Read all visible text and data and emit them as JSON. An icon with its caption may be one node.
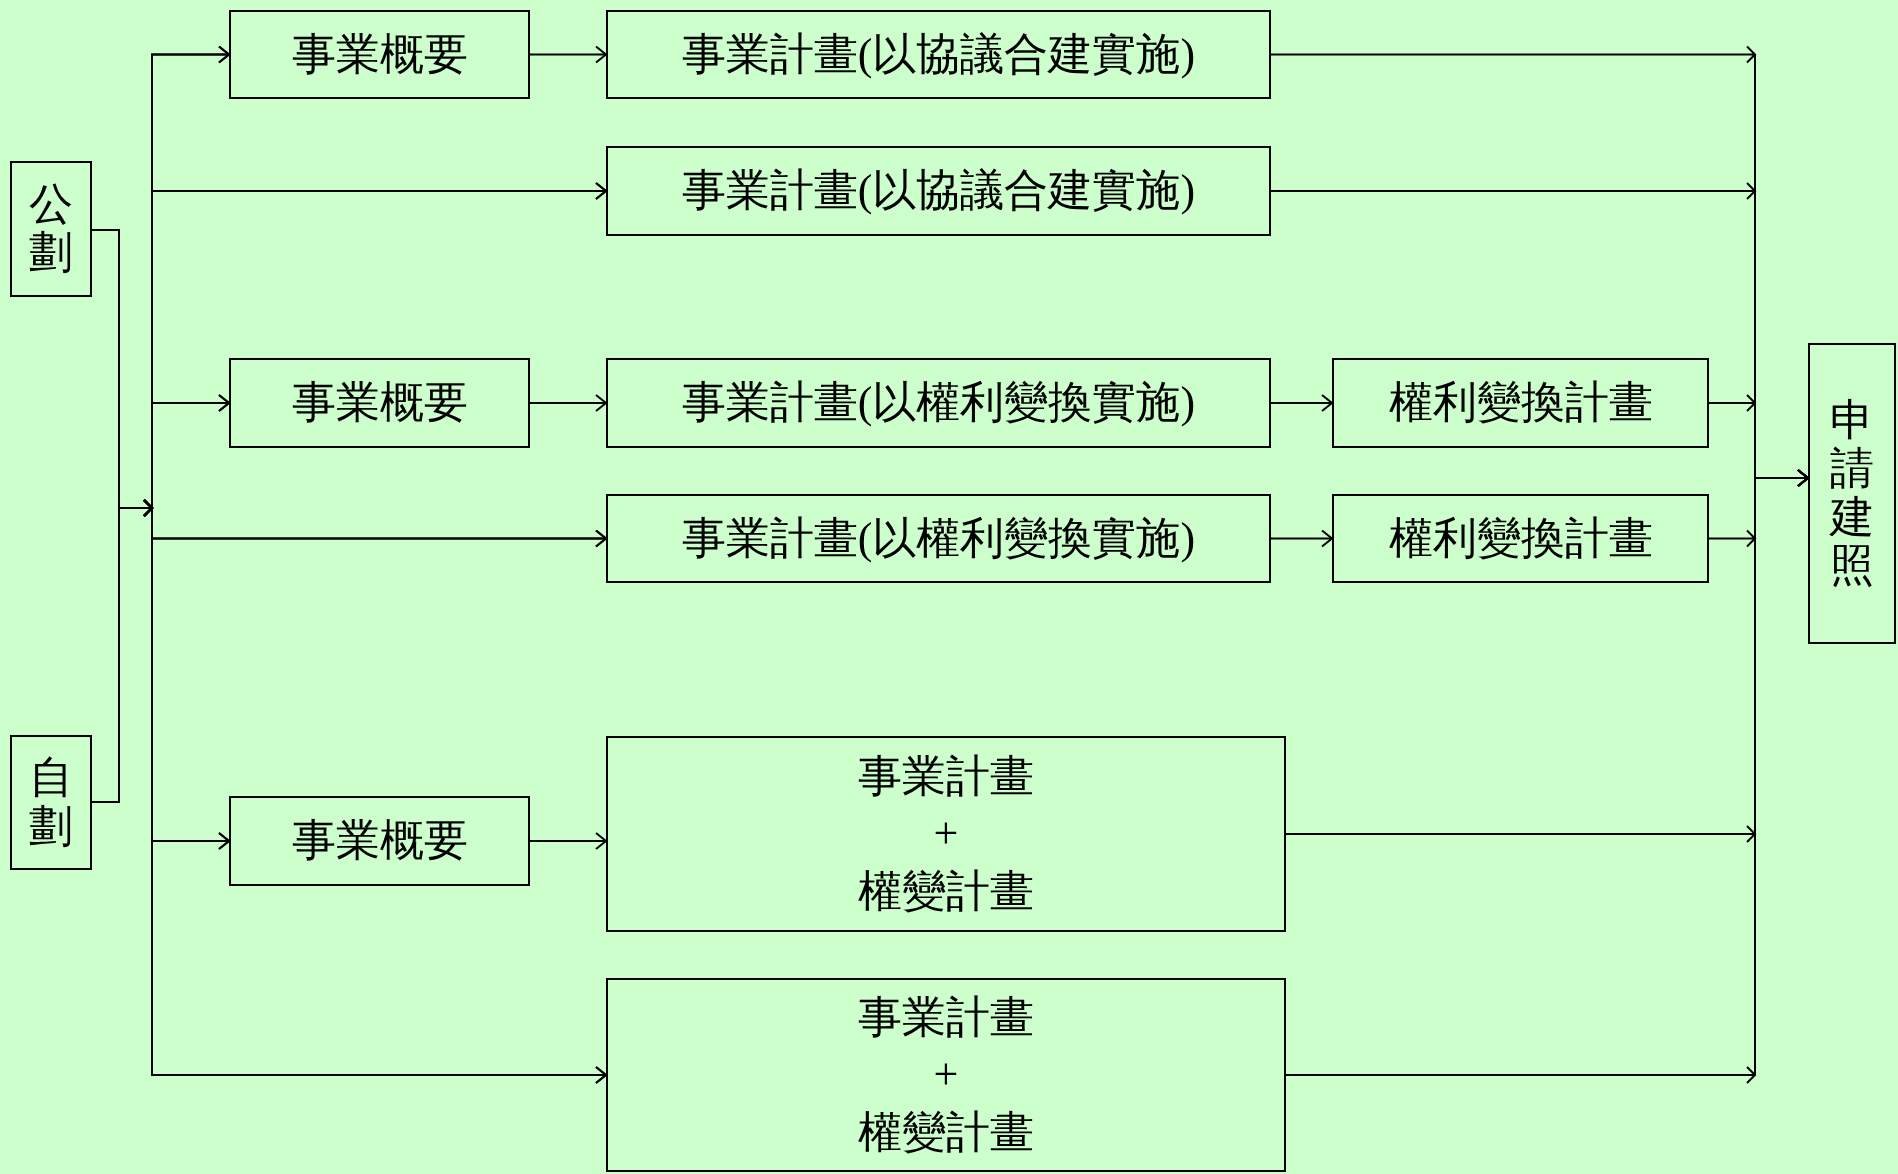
{
  "diagram": {
    "nodes": [
      {
        "text": [
          "公劃"
        ]
      },
      {
        "text": [
          "自劃"
        ]
      },
      {
        "text": [
          "事業概要"
        ]
      },
      {
        "text": [
          "事業計畫(以協議合建實施)"
        ]
      },
      {
        "text": [
          "事業計畫(以協議合建實施)"
        ]
      },
      {
        "text": [
          "事業概要"
        ]
      },
      {
        "text": [
          "事業計畫(以權利變換實施)"
        ]
      },
      {
        "text": [
          "權利變換計畫"
        ]
      },
      {
        "text": [
          "事業計畫(以權利變換實施)"
        ]
      },
      {
        "text": [
          "權利變換計畫"
        ]
      },
      {
        "text": [
          "事業概要"
        ]
      },
      {
        "text": [
          "事業計畫",
          "+",
          "權變計畫"
        ]
      },
      {
        "text": [
          "事業計畫",
          "+",
          "權變計畫"
        ]
      },
      {
        "text": [
          "申請建照"
        ]
      }
    ],
    "edges": [
      {
        "from": 0,
        "to": 2,
        "arrow": "to"
      },
      {
        "from": 0,
        "to": 4,
        "arrow": "to"
      },
      {
        "from": 0,
        "to": 5,
        "arrow": "to"
      },
      {
        "from": 0,
        "to": 8,
        "arrow": "to"
      },
      {
        "from": 0,
        "to": 10,
        "arrow": "to"
      },
      {
        "from": 0,
        "to": 12,
        "arrow": "to"
      },
      {
        "from": 1,
        "to": 2,
        "arrow": "to"
      },
      {
        "from": 1,
        "to": 4,
        "arrow": "to"
      },
      {
        "from": 1,
        "to": 5,
        "arrow": "to"
      },
      {
        "from": 1,
        "to": 8,
        "arrow": "to"
      },
      {
        "from": 1,
        "to": 10,
        "arrow": "to"
      },
      {
        "from": 1,
        "to": 12,
        "arrow": "to"
      },
      {
        "from": 2,
        "to": 3,
        "arrow": "to"
      },
      {
        "from": 5,
        "to": 6,
        "arrow": "to"
      },
      {
        "from": 6,
        "to": 7,
        "arrow": "to"
      },
      {
        "from": 8,
        "to": 9,
        "arrow": "to"
      },
      {
        "from": 10,
        "to": 11,
        "arrow": "to"
      },
      {
        "from": 3,
        "to": 13,
        "arrow": "to"
      },
      {
        "from": 4,
        "to": 13,
        "arrow": "to"
      },
      {
        "from": 7,
        "to": 13,
        "arrow": "to"
      },
      {
        "from": 9,
        "to": 13,
        "arrow": "to"
      },
      {
        "from": 11,
        "to": 13,
        "arrow": "to"
      },
      {
        "from": 12,
        "to": 13,
        "arrow": "to"
      }
    ]
  }
}
